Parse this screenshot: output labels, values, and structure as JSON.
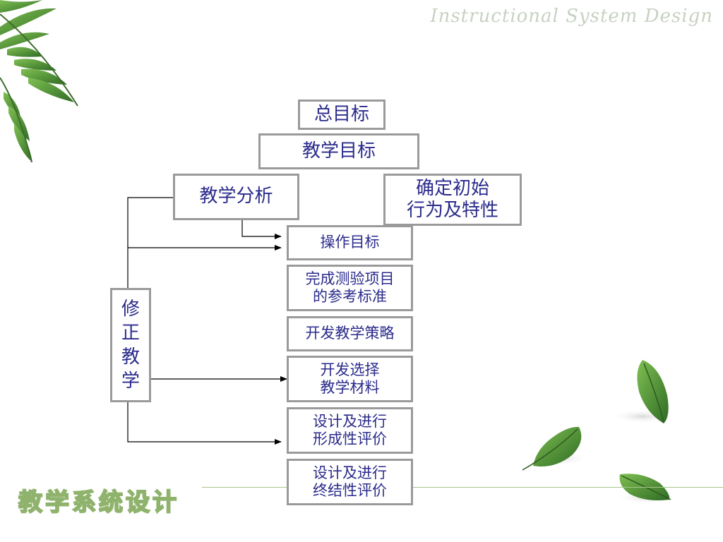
{
  "header": {
    "title_en": "Instructional System Design"
  },
  "footer": {
    "title_cn": "教学系统设计"
  },
  "diagram": {
    "overall_goal": "总目标",
    "teaching_goal": "教学目标",
    "teaching_analysis": "教学分析",
    "initial_behavior": "确定初始\n行为及特性",
    "operational_goal": "操作目标",
    "test_criteria": "完成测验项目\n的参考标准",
    "develop_strategy": "开发教学策略",
    "develop_materials": "开发选择\n教学材料",
    "formative_evaluation": "设计及进行\n形成性评价",
    "summative_evaluation": "设计及进行\n终结性评价",
    "revise_teaching": "修\n正\n教\n学"
  },
  "colors": {
    "box_border": "#9a9a9a",
    "text": "#2b2b8c",
    "leaf_dark": "#3d7a2e",
    "leaf_light": "#7fbf52",
    "footer_text": "#8fb36d"
  }
}
